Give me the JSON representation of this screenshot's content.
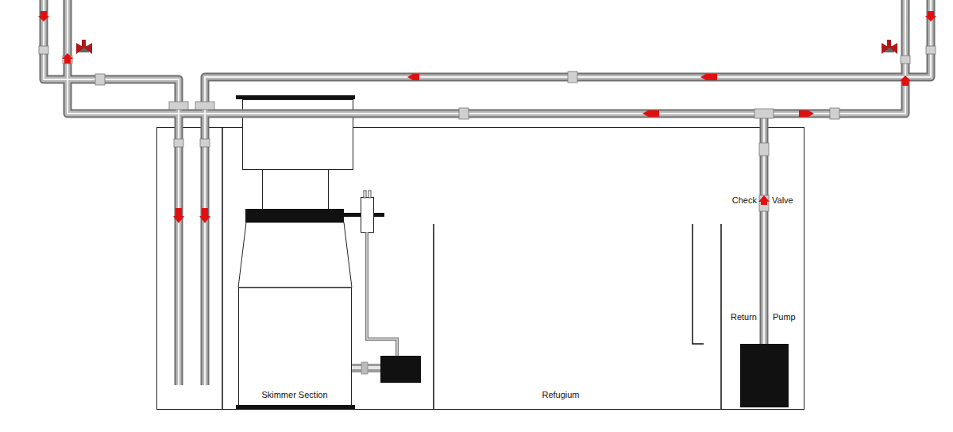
{
  "diagram": {
    "labels": [
      "Check",
      "Valve",
      "Return",
      "Pump",
      "Skimmer Section",
      "Refugium"
    ]
  }
}
